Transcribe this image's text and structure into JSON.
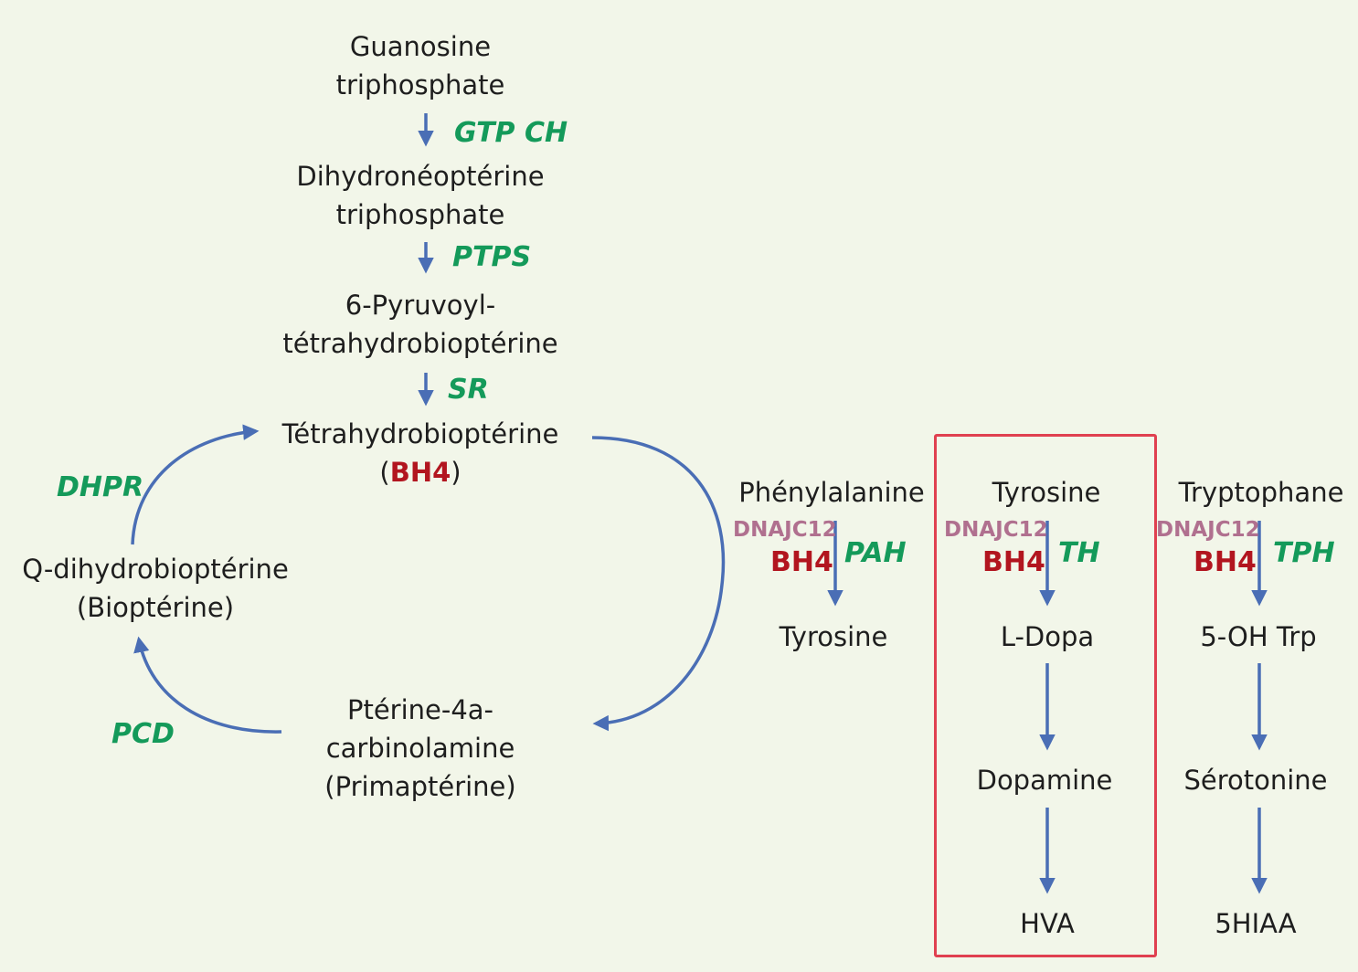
{
  "colors": {
    "background": "#f2f6e9",
    "text": "#1e1e1e",
    "enzyme": "#149a5a",
    "cofactor": "#b2151f",
    "chaperone": "#b0708f",
    "arrow": "#4a6eb5",
    "highlight_box": "#e04050"
  },
  "biosynthesis": {
    "gtp": [
      "Guanosine",
      "triphosphate"
    ],
    "gtpch": "GTP CH",
    "dhnp": [
      "Dihydronéoptérine",
      "triphosphate"
    ],
    "ptps": "PTPS",
    "pyruvoyl": [
      "6-Pyruvoyl-",
      "tétrahydrobioptérine"
    ],
    "sr": "SR",
    "bh4_name": "Tétrahydrobioptérine",
    "bh4_open": "(",
    "bh4_abbr": "BH4",
    "bh4_close": ")"
  },
  "recycling": {
    "dhpr": "DHPR",
    "qdhb": [
      "Q-dihydrobioptérine",
      "(Bioptérine)"
    ],
    "pcd": "PCD",
    "carbinolamine": [
      "Ptérine-4a-",
      "carbinolamine",
      "(Primaptérine)"
    ]
  },
  "pathways": {
    "phe": {
      "substrate": "Phénylalanine",
      "chaperone": "DNAJC12",
      "cofactor": "BH4",
      "enzyme": "PAH",
      "product": "Tyrosine"
    },
    "tyr": {
      "substrate": "Tyrosine",
      "chaperone": "DNAJC12",
      "cofactor": "BH4",
      "enzyme": "TH",
      "product": "L-Dopa",
      "step2": "Dopamine",
      "step3": "HVA"
    },
    "trp": {
      "substrate": "Tryptophane",
      "chaperone": "DNAJC12",
      "cofactor": "BH4",
      "enzyme": "TPH",
      "product": "5-OH Trp",
      "step2": "Sérotonine",
      "step3": "5HIAA"
    }
  }
}
